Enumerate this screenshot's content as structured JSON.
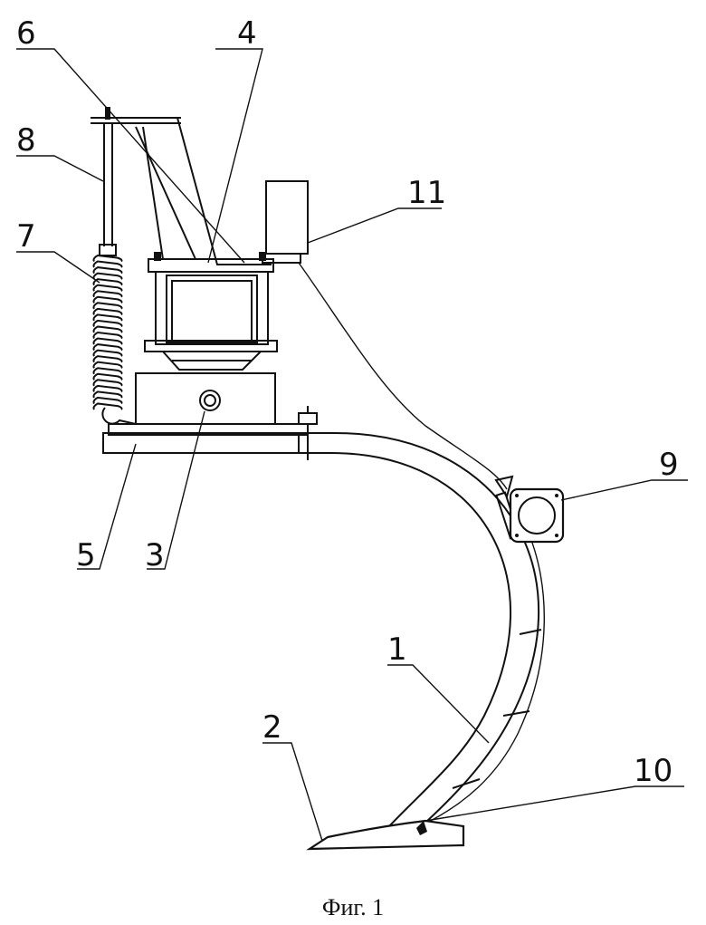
{
  "caption": "Фиг. 1",
  "labels": {
    "l1": "1",
    "l2": "2",
    "l3": "3",
    "l4": "4",
    "l5": "5",
    "l6": "6",
    "l7": "7",
    "l8": "8",
    "l9": "9",
    "l10": "10",
    "l11": "11"
  },
  "colors": {
    "ink": "#111111",
    "paper": "#ffffff"
  }
}
